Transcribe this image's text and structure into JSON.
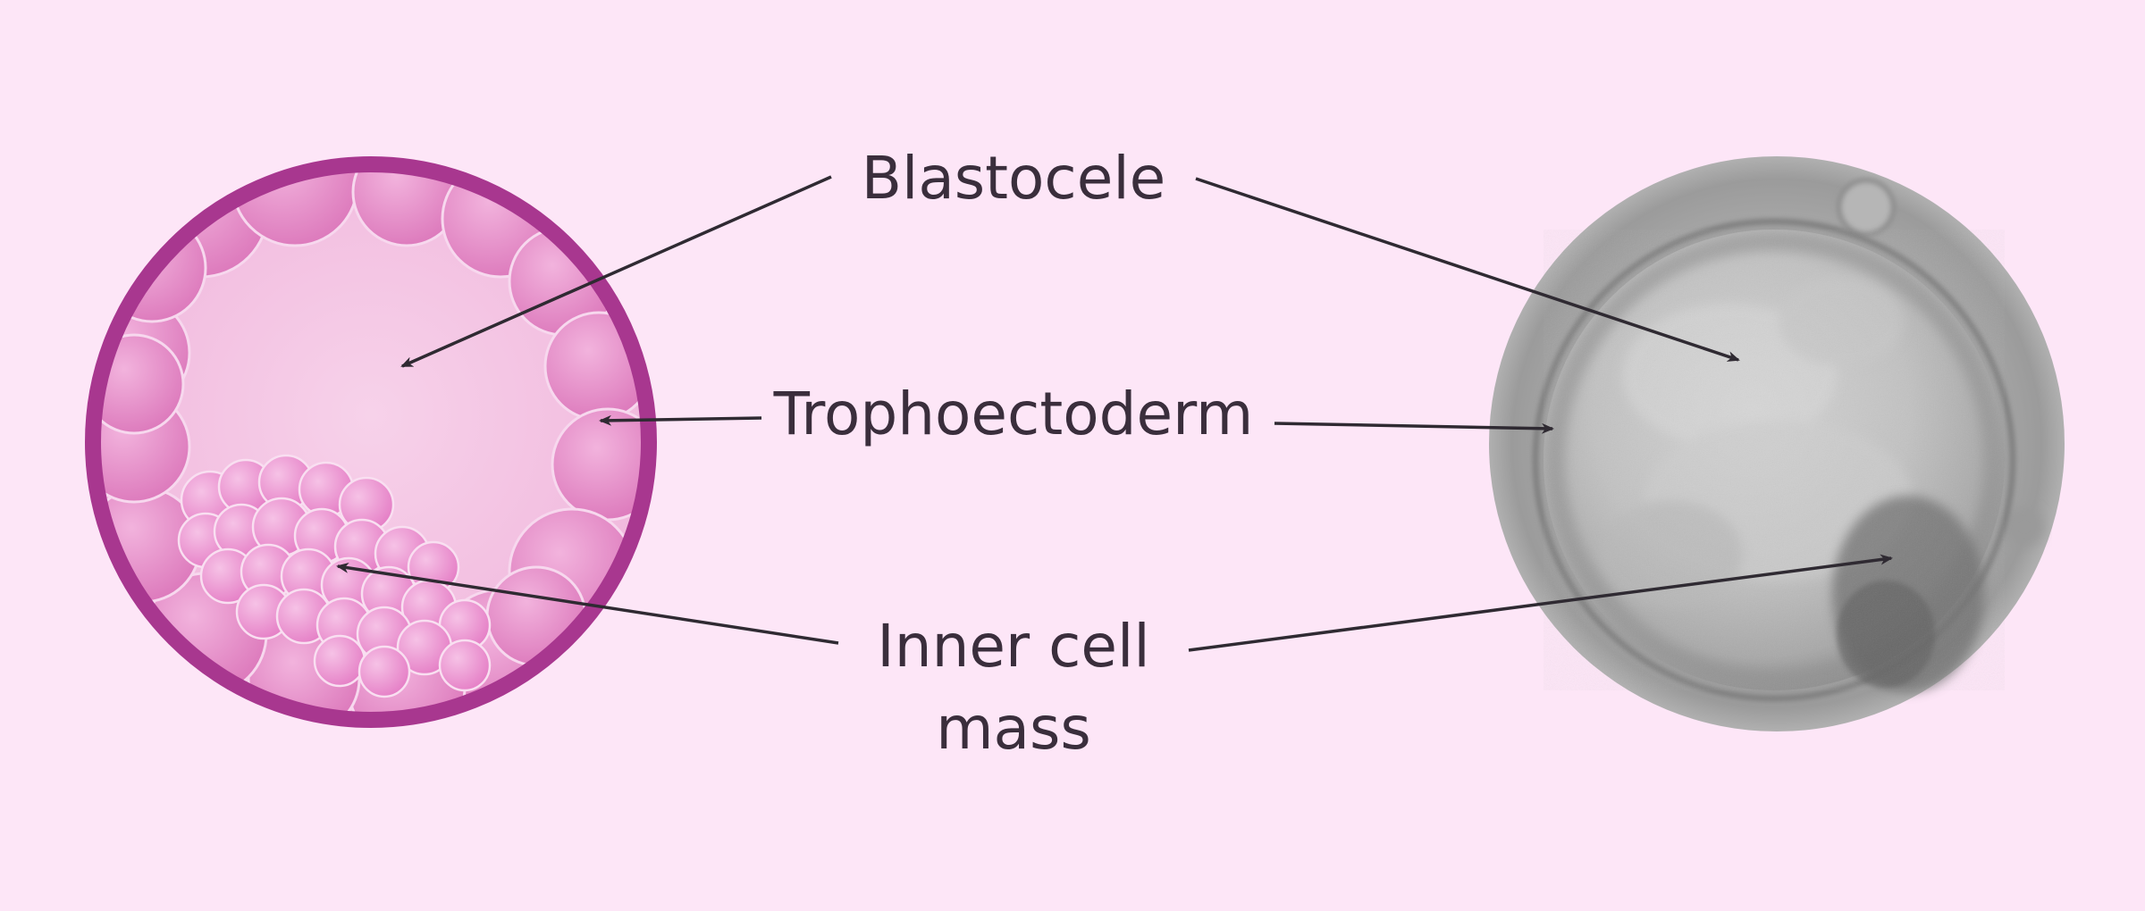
{
  "labels": {
    "blastocele": "Blastocele",
    "trophoectoderm": "Trophoectoderm",
    "inner_cell_mass_line1": "Inner cell",
    "inner_cell_mass_line2": "mass"
  },
  "colors": {
    "background": "#fde6f7",
    "illustration_rim": "#a8378f",
    "illustration_cells": "#e58fc9",
    "illustration_cavity": "#f5c5e3",
    "micrograph_zona": "#a2a2a2",
    "micrograph_interior": "#c8c8c8",
    "arrows": "#2f2a32",
    "text": "#3a2e3c"
  }
}
